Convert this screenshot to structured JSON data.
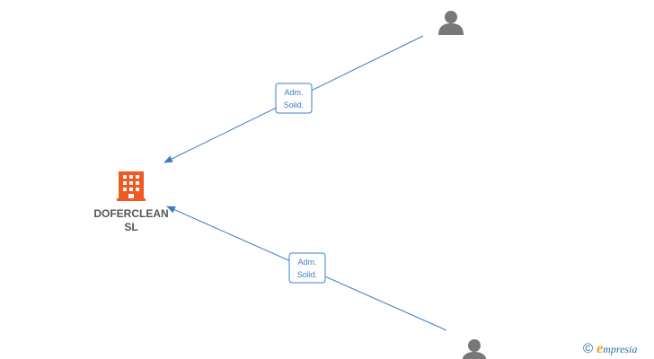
{
  "diagram": {
    "company": {
      "name_line1": "DOFERCLEAN",
      "name_line2": "SL",
      "icon": "building-icon",
      "color": "#f05a22"
    },
    "persons": [
      {
        "icon": "person-icon",
        "color": "#777777"
      },
      {
        "icon": "person-icon",
        "color": "#777777"
      }
    ],
    "edges": [
      {
        "label_line1": "Adm.",
        "label_line2": "Solid."
      },
      {
        "label_line1": "Adm.",
        "label_line2": "Solid."
      }
    ],
    "edge_color": "#3d7cc9"
  },
  "watermark": {
    "symbol": "©",
    "brand_first": "e",
    "brand_rest": "mpresia",
    "color": "#2a6aa8",
    "accent": "#e3a21a"
  }
}
